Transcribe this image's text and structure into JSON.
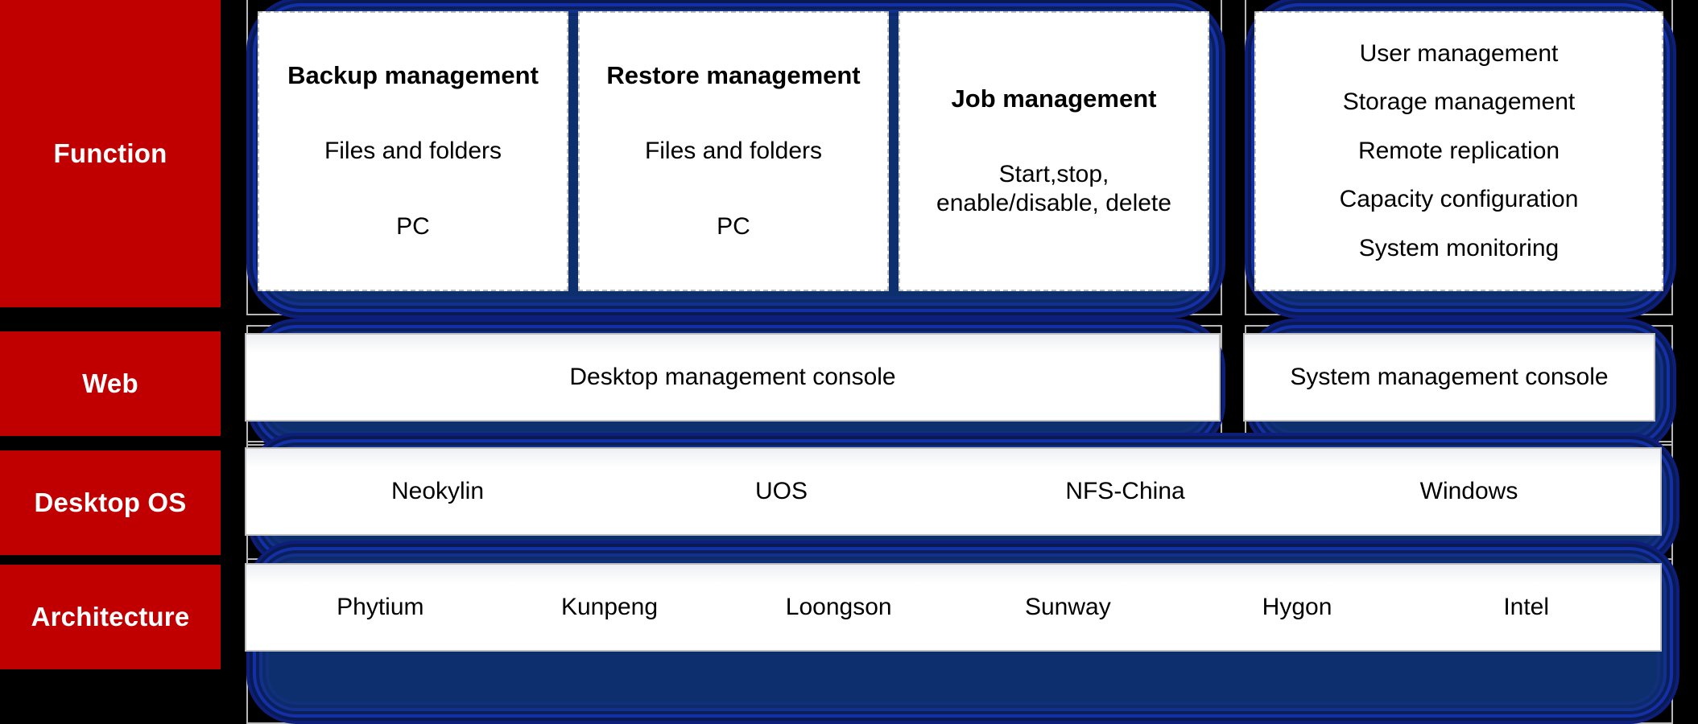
{
  "colors": {
    "label_red": "#C00000",
    "platter_blue": "#0E2F6E",
    "panel_white": "#FFFFFF",
    "panel_border": "#BFBFBF",
    "background": "#000000"
  },
  "rows": {
    "function": {
      "label": "Function"
    },
    "web": {
      "label": "Web"
    },
    "desktop_os": {
      "label": "Desktop OS"
    },
    "architecture": {
      "label": "Architecture"
    }
  },
  "function_cards": [
    {
      "title": "Backup management",
      "lines": [
        "Files and folders",
        "PC"
      ]
    },
    {
      "title": "Restore management",
      "lines": [
        "Files and folders",
        "PC"
      ]
    },
    {
      "title": "Job management",
      "lines": [
        "Start,stop,",
        "enable/disable, delete"
      ]
    }
  ],
  "system_card": {
    "items": [
      "User management",
      "Storage management",
      "Remote replication",
      "Capacity configuration",
      "System monitoring"
    ]
  },
  "web_consoles": [
    {
      "label": "Desktop management console"
    },
    {
      "label": "System management console"
    }
  ],
  "desktop_os_items": [
    "Neokylin",
    "UOS",
    "NFS-China",
    "Windows"
  ],
  "architecture_items": [
    "Phytium",
    "Kunpeng",
    "Loongson",
    "Sunway",
    "Hygon",
    "Intel"
  ]
}
